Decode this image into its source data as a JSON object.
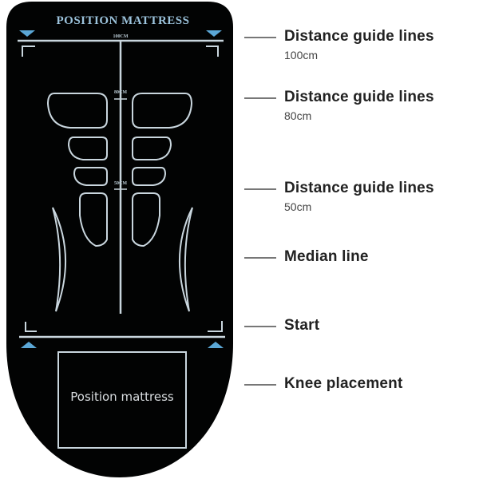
{
  "mattress": {
    "title": "POSITION MATTRESS",
    "marks": [
      "100CM",
      "80CM",
      "50CM"
    ],
    "knee_box_label": "Position mattress",
    "colors": {
      "background": "#020303",
      "outline": "#c9d6de",
      "accent": "#5ba7d6",
      "title": "#9cc3dc"
    }
  },
  "legend": [
    {
      "title": "Distance guide lines",
      "sub": "100cm"
    },
    {
      "title": "Distance guide lines",
      "sub": "80cm"
    },
    {
      "title": "Distance guide lines",
      "sub": "50cm"
    },
    {
      "title": "Median line",
      "sub": ""
    },
    {
      "title": "Start",
      "sub": ""
    },
    {
      "title": "Knee placement",
      "sub": ""
    }
  ]
}
